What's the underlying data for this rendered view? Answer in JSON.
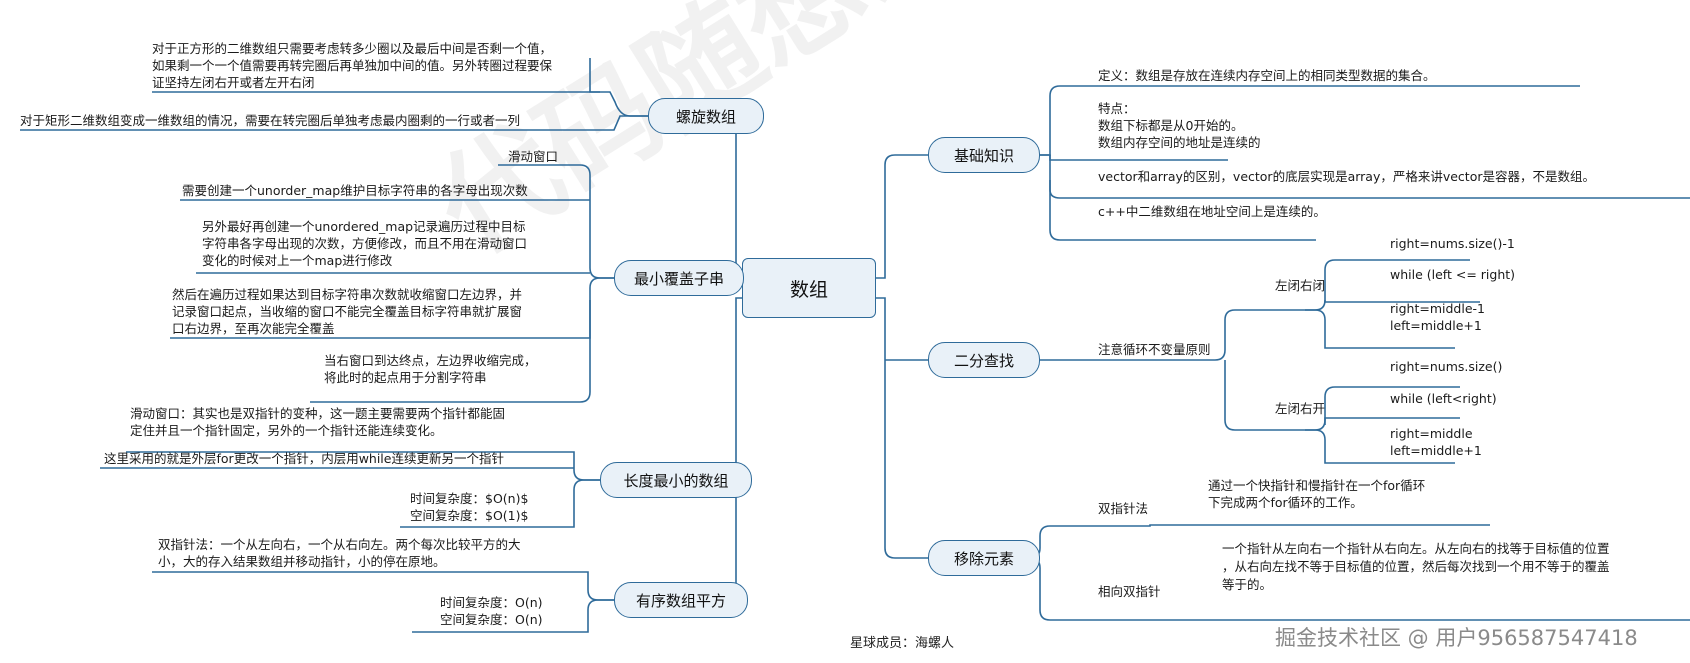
{
  "watermark": "代码随想录知识星球",
  "root": "数组",
  "left": {
    "spiral": {
      "title": "螺旋数组",
      "note1": [
        "对于正方形的二维数组只需要考虑转多少圈以及最后中间是否剩一个值，",
        "如果剩一个一个值需要再转完圈后再单独加中间的值。另外转圈过程要保",
        "证坚持左闭右开或者左开右闭"
      ],
      "note2": "对于矩形二维数组变成一维数组的情况，需要在转完圈后单独考虑最内圈剩的一行或者一列"
    },
    "min_cover": {
      "title": "最小覆盖子串",
      "n1": "滑动窗口",
      "n2": "需要创建一个unorder_map维护目标字符串的各字母出现次数",
      "n3": [
        "另外最好再创建一个unordered_map记录遍历过程中目标",
        "字符串各字母出现的次数，方便修改，而且不用在滑动窗口",
        "变化的时候对上一个map进行修改"
      ],
      "n4": [
        "然后在遍历过程如果达到目标字符串次数就收缩窗口左边界，并",
        "记录窗口起点，当收缩的窗口不能完全覆盖目标字符串就扩展窗",
        "口右边界，至再次能完全覆盖"
      ],
      "n5": [
        "当右窗口到达终点，左边界收缩完成，",
        "将此时的起点用于分割字符串"
      ]
    },
    "min_len": {
      "title": "长度最小的数组",
      "n1": [
        "滑动窗口：其实也是双指针的变种，这一题主要需要两个指针都能固",
        "定住并且一个指针固定，另外的一个指针还能连续变化。"
      ],
      "n2": "这里采用的就是外层for更改一个指针，内层用while连续更新另一个指针",
      "n3": [
        "时间复杂度：$O(n)$",
        "空间复杂度：$O(1)$"
      ]
    },
    "sorted_sq": {
      "title": "有序数组平方",
      "n1": [
        "双指针法：一个从左向右，一个从右向左。两个每次比较平方的大",
        "小，大的存入结果数组并移动指针，小的停在原地。"
      ],
      "n2": [
        "时间复杂度：O(n)",
        "空间复杂度：O(n)"
      ]
    }
  },
  "right": {
    "basics": {
      "title": "基础知识",
      "n1": "定义：数组是存放在连续内存空间上的相同类型数据的集合。",
      "n2": [
        "特点：",
        "数组下标都是从0开始的。",
        "数组内存空间的地址是连续的"
      ],
      "n3": "vector和array的区别，vector的底层实现是array，严格来讲vector是容器，不是数组。",
      "n4": "c++中二维数组在地址空间上是连续的。"
    },
    "binary": {
      "title": "二分查找",
      "principle": "注意循环不变量原则",
      "closed": "左闭右闭",
      "c1": "right=nums.size()-1",
      "c2": "while (left <= right)",
      "c3": [
        "right=middle-1",
        "left=middle+1"
      ],
      "open": "左闭右开",
      "o1": "right=nums.size()",
      "o2": "while (left<right)",
      "o3": [
        "right=middle",
        "left=middle+1"
      ]
    },
    "remove": {
      "title": "移除元素",
      "dp": "双指针法",
      "dp_note": [
        "通过一个快指针和慢指针在一个for循环",
        "下完成两个for循环的工作。"
      ],
      "op": "相向双指针",
      "op_note": [
        "一个指针从左向右一个指针从右向左。从左向右的找等于目标值的位置",
        "，从右向左找不等于目标值的位置，然后每次找到一个用不等于的覆盖",
        "等于的。"
      ]
    }
  },
  "credit": "星球成员：海螺人",
  "juejin": "掘金技术社区 @ 用户956587547418"
}
